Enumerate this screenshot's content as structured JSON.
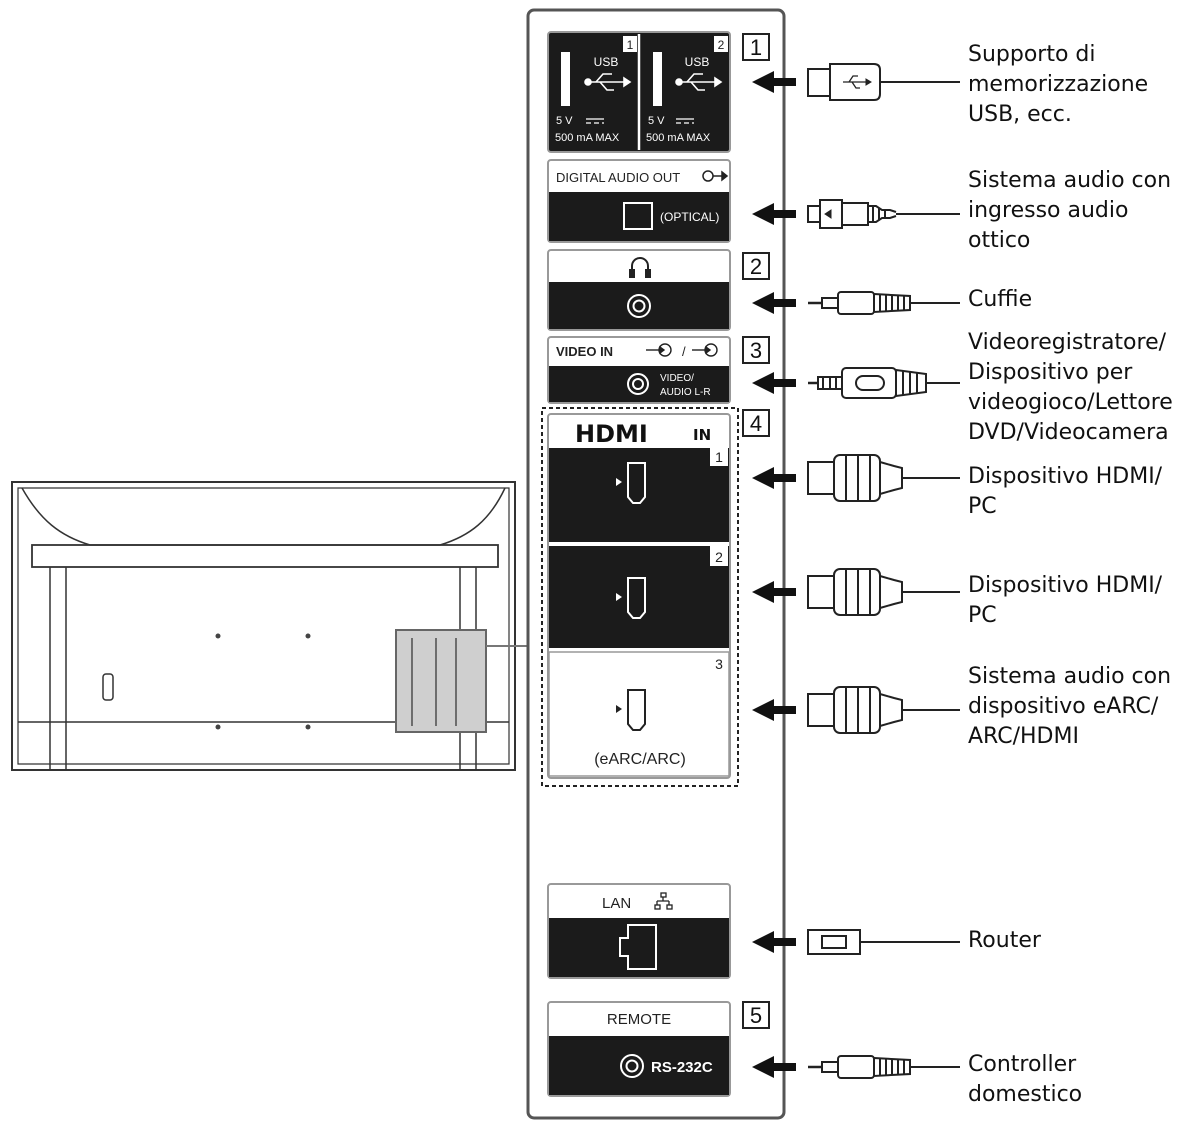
{
  "panel": {
    "usb_label": "USB",
    "usb_port_1_number": "1",
    "usb_port_2_number": "2",
    "usb_rating_voltage": "5 V",
    "usb_rating_current": "500 mA MAX",
    "digital_audio_out": "DIGITAL AUDIO OUT",
    "optical": "(OPTICAL)",
    "video_in": "VIDEO IN",
    "video_in_symbols": "/",
    "video_audio_line1": "VIDEO/",
    "video_audio_line2": "AUDIO L-R",
    "hdmi_logo": "HDMI",
    "hdmi_in": "IN",
    "hdmi_port_1_number": "1",
    "hdmi_port_2_number": "2",
    "hdmi_port_3_number": "3",
    "earc": "(eARC/ARC)",
    "lan": "LAN",
    "remote": "REMOTE",
    "rs232c": "RS-232C"
  },
  "callouts": {
    "one": "1",
    "two": "2",
    "three": "3",
    "four": "4",
    "five": "5"
  },
  "devices": {
    "usb": "Supporto di\nmemorizzazione\nUSB, ecc.",
    "optical": "Sistema audio con\ningresso audio\nottico",
    "headphones": "Cuffie",
    "video": "Videoregistratore/\nDispositivo per\nvideogioco/Lettore\nDVD/Videocamera",
    "hdmi1": "Dispositivo HDMI/\nPC",
    "hdmi2": "Dispositivo HDMI/\nPC",
    "hdmi3": "Sistema audio con\ndispositivo eARC/\nARC/HDMI",
    "router": "Router",
    "controller": "Controller\ndomestico"
  },
  "icons": {
    "usb": "usb-trident-icon",
    "optical_out": "digital-audio-out-icon",
    "headphones": "headphones-icon",
    "network": "network-icon",
    "arrow": "arrow-left-icon"
  }
}
